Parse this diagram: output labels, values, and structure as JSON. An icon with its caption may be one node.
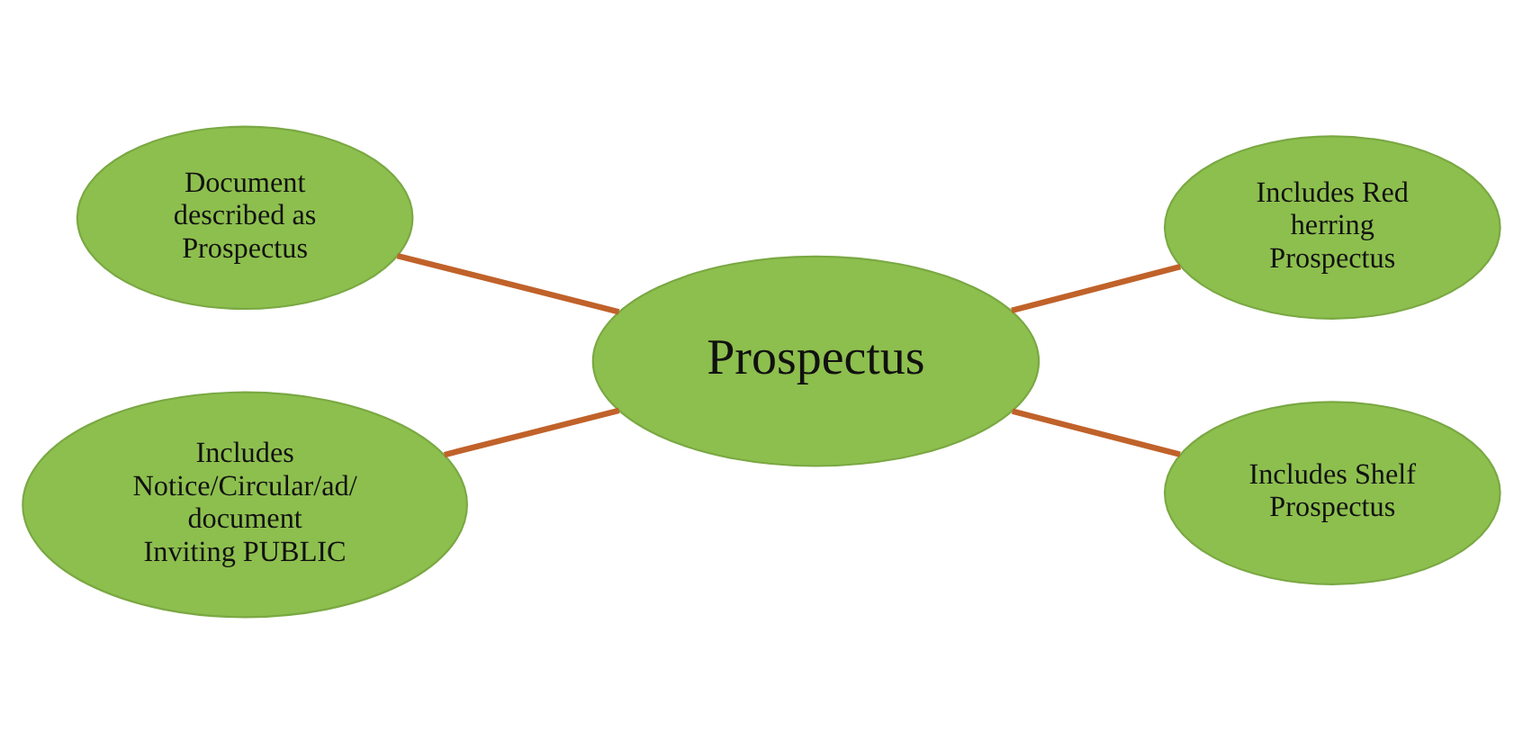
{
  "diagram": {
    "nodes": [
      {
        "text": [
          "Prospectus"
        ]
      },
      {
        "text": [
          "Document described as Prospectus"
        ]
      },
      {
        "text": [
          "Includes Red herring Prospectus"
        ]
      },
      {
        "text": [
          "Includes Shelf Prospectus"
        ]
      },
      {
        "text": [
          "Includes Notice/Circular/ad/ document Inviting PUBLIC"
        ]
      }
    ],
    "edges": [
      {
        "from": 1,
        "to": 0,
        "arrow": "none"
      },
      {
        "from": 0,
        "to": 2,
        "arrow": "none"
      },
      {
        "from": 0,
        "to": 3,
        "arrow": "none"
      },
      {
        "from": 4,
        "to": 0,
        "arrow": "none"
      }
    ]
  }
}
